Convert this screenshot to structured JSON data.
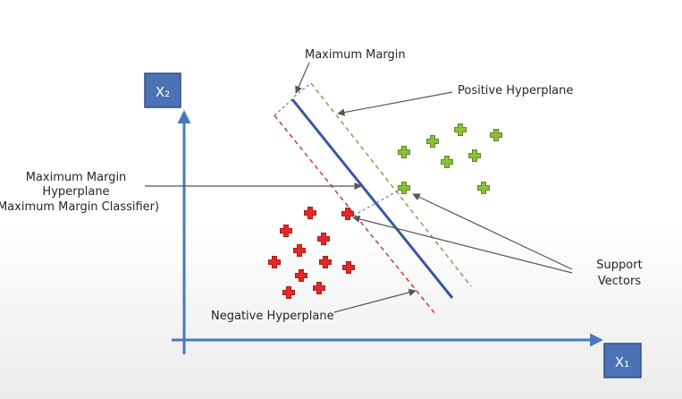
{
  "axes": {
    "y_label": "X₂",
    "x_label": "X₁"
  },
  "labels": {
    "maximum_margin": "Maximum Margin",
    "positive_hyperplane": "Positive Hyperplane",
    "mmh_line1": "Maximum Margin",
    "mmh_line2": "Hyperplane",
    "mmh_line3": "(Maximum Margin Classifier)",
    "support_vectors_line1": "Support",
    "support_vectors_line2": "Vectors",
    "negative_hyperplane": "Negative Hyperplane"
  },
  "colors": {
    "axis": "#4a78c0",
    "axis_box": "#4a72b4",
    "hyperplane": "#3a56a0",
    "positive_hyperplane": "#8e9e52",
    "negative_hyperplane": "#c43a3a",
    "positive_class": "#8cbf3c",
    "negative_class": "#e12a2a",
    "arrow": "#555555"
  }
}
